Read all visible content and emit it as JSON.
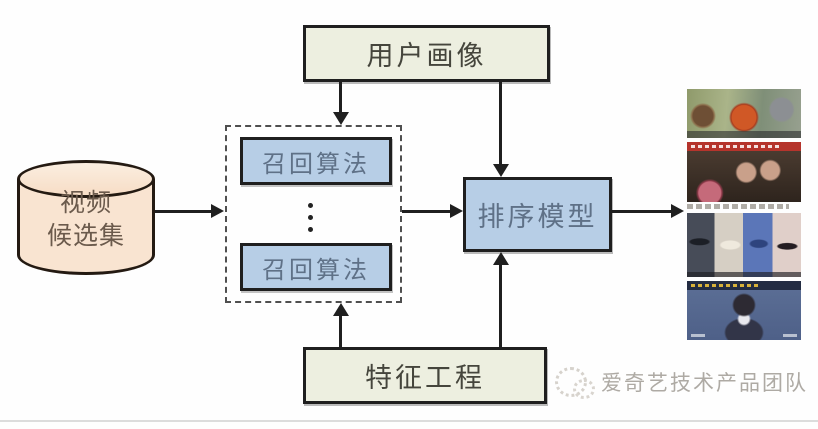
{
  "nodes": {
    "video_pool": {
      "line1": "视频",
      "line2": "候选集"
    },
    "user_profile": {
      "label": "用户画像"
    },
    "recall": {
      "top": "召回算法",
      "bottom": "召回算法"
    },
    "ranking": {
      "label": "排序模型"
    },
    "feature_engineering": {
      "label": "特征工程"
    }
  },
  "results": {
    "thumbnails": [
      {
        "name": "video-thumb-outdoor-variety"
      },
      {
        "name": "video-thumb-couple-flowers"
      },
      {
        "name": "video-thumb-gown-collage"
      },
      {
        "name": "video-thumb-singer-stage"
      }
    ]
  },
  "watermark": {
    "text": "爱奇艺技术产品团队"
  },
  "colors": {
    "green_box_fill": "#edefe0",
    "blue_box_fill": "#b7cee6",
    "cylinder_fill": "#f9e4d1",
    "border_dark": "#1f1f1f",
    "blue_box_text": "#5f7187",
    "green_box_text": "#45453c",
    "cylinder_text": "#6b5a4c",
    "watermark_text": "#aeaaa4",
    "thumb2_topbar": "#b5342c",
    "thumb4_topbar": "#232c42"
  }
}
